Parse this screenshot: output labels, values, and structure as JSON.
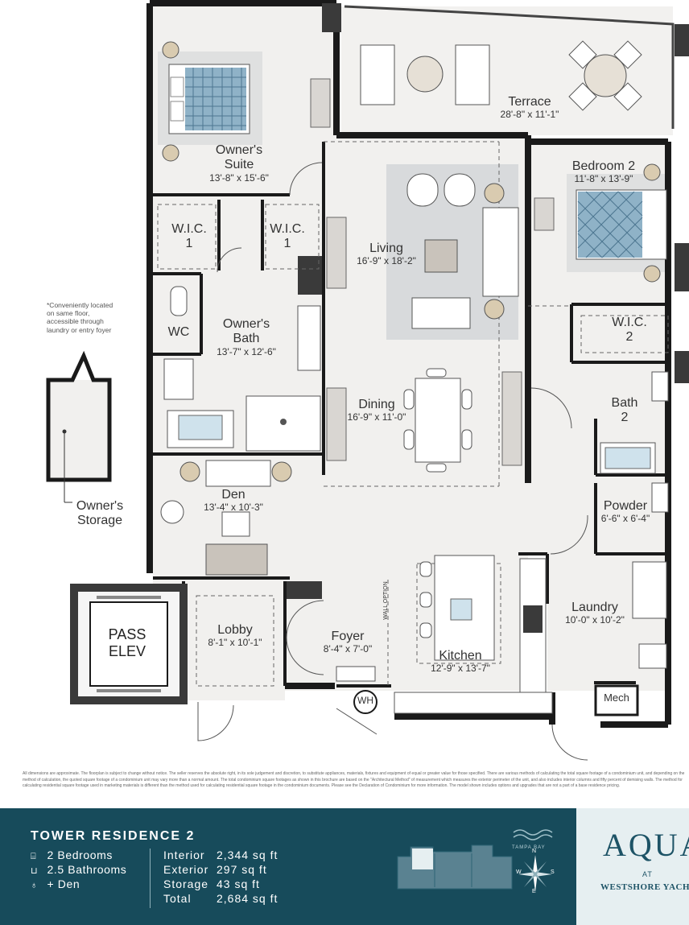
{
  "rooms": [
    {
      "id": "owners-suite",
      "name": "Owner's\nSuite",
      "dim": "13'-8\" x 15'-6\""
    },
    {
      "id": "terrace",
      "name": "Terrace",
      "dim": "28'-8\" x 11'-1\""
    },
    {
      "id": "bedroom-2",
      "name": "Bedroom 2",
      "dim": "11'-8\" x 13'-9\""
    },
    {
      "id": "wic-1a",
      "name": "W.I.C.\n1",
      "dim": ""
    },
    {
      "id": "wic-1b",
      "name": "W.I.C.\n1",
      "dim": ""
    },
    {
      "id": "living",
      "name": "Living",
      "dim": "16'-9\" x 18'-2\""
    },
    {
      "id": "wc",
      "name": "WC",
      "dim": ""
    },
    {
      "id": "owners-bath",
      "name": "Owner's\nBath",
      "dim": "13'-7\" x 12'-6\""
    },
    {
      "id": "wic-2",
      "name": "W.I.C.\n2",
      "dim": ""
    },
    {
      "id": "dining",
      "name": "Dining",
      "dim": "16'-9\" x 11'-0\""
    },
    {
      "id": "bath-2",
      "name": "Bath\n2",
      "dim": ""
    },
    {
      "id": "den",
      "name": "Den",
      "dim": "13'-4\" x 10'-3\""
    },
    {
      "id": "powder",
      "name": "Powder",
      "dim": "6'-6\" x 6'-4\""
    },
    {
      "id": "lobby",
      "name": "Lobby",
      "dim": "8'-1\" x 10'-1\""
    },
    {
      "id": "foyer",
      "name": "Foyer",
      "dim": "8'-4\" x 7'-0\""
    },
    {
      "id": "kitchen",
      "name": "Kitchen",
      "dim": "12'-9\" x 13'-7\""
    },
    {
      "id": "laundry",
      "name": "Laundry",
      "dim": "10'-0\" x 10'-2\""
    },
    {
      "id": "pass-elev",
      "name": "PASS\nELEV",
      "dim": ""
    },
    {
      "id": "owners-storage",
      "name": "Owner's\nStorage",
      "dim": ""
    }
  ],
  "labels": {
    "wh": "WH",
    "mech": "Mech",
    "wall_option": "WALL OPTION",
    "storage_note": "*Conveniently located on same floor, accessible through laundry or entry foyer",
    "disclaimer": "All dimensions are approximate. The floorplan is subject to change without notice. The seller reserves the absolute right, in its sole judgement and discretion, to substitute appliances, materials, fixtures and equipment of equal or greater value for those specified. There are various methods of calculating the total square footage of a condominium unit, and depending on the method of calculation, the quoted square footage of a condominium unit may vary more than a normal amount. The total condominium square footages as shown in this brochure are based on the \"Architectural Method\" of measurement which measures the exterior perimeter of the unit, and also includes interior columns and fifty percent of demising walls. The method for calculating residential square footage used in marketing materials is different than the method used for calculating residential square footage in the condominium documents. Please see the Declaration of Condominium for more information. The model shown includes options and upgrades that are not a part of a base residence pricing."
  },
  "footer": {
    "title": "TOWER RESIDENCE 2",
    "features": [
      {
        "icon": "bed-icon",
        "glyph": "⌸",
        "text": "2 Bedrooms"
      },
      {
        "icon": "bath-icon",
        "glyph": "⊔",
        "text": "2.5 Bathrooms"
      },
      {
        "icon": "desk-lamp-icon",
        "glyph": "♁",
        "text": "+ Den"
      }
    ],
    "specs": [
      {
        "label": "Interior",
        "value": "2,344 sq ft"
      },
      {
        "label": "Exterior",
        "value": "297 sq ft"
      },
      {
        "label": "Storage",
        "value": "43 sq ft"
      },
      {
        "label": "Total",
        "value": "2,684 sq ft"
      }
    ],
    "tampa_bay": "TAMPA BAY",
    "compass": [
      "N",
      "E",
      "S",
      "W"
    ]
  },
  "brand": {
    "logo": "AQUA",
    "at": "AT",
    "sub": "WESTSHORE YACHT CLUB"
  },
  "colors": {
    "footer_bg": "#174b5b",
    "brand_bg": "#e6eff1",
    "brand_text": "#1d5366",
    "wall": "#1a1a1a",
    "floor": "#f1f0ee",
    "rug": "#dcdfe2",
    "bed_quilt": "#8fb2c7"
  }
}
